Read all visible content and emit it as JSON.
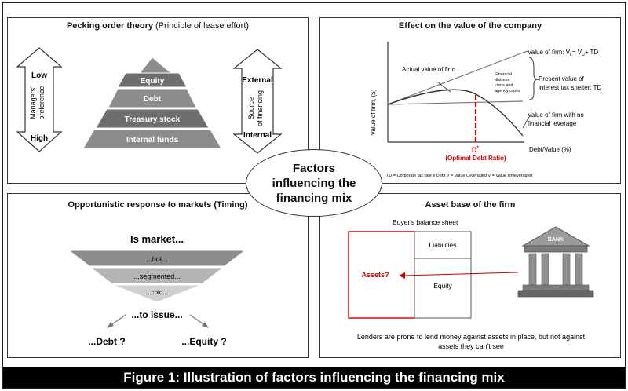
{
  "center": {
    "line1": "Factors",
    "line2": "influencing the",
    "line3": "financing mix"
  },
  "caption": "Figure 1: Illustration of factors influencing the financing mix",
  "pecking": {
    "title_bold": "Pecking order theory",
    "title_rest": " (Principle of lease effort)",
    "left_top": "Low",
    "left_bottom": "High",
    "left_label1": "Managers'",
    "left_label2": "preference",
    "right_top": "External",
    "right_bottom": "Internal",
    "right_label1": "Source",
    "right_label2": "of financing",
    "levels": [
      "Equity",
      "Debt",
      "Treasury stock",
      "Internal funds"
    ]
  },
  "value": {
    "title": "Effect on the value of the company",
    "ylabel": "Value of firm, ($)",
    "xlabel": "Debt/Value (%)",
    "actual": "Actual value of firm",
    "vl": "Value of firm: V",
    "vl_eq": "= V",
    "vl_tail": "+ TD",
    "pv1": "Present value of",
    "pv2": "interest tax shelter: TD",
    "distress1": "Financial",
    "distress2": "distress",
    "distress3": "costs and",
    "distress4": "agency costs",
    "nolev1": "Value of firm with no",
    "nolev2": "financial leverage",
    "dstar": "D",
    "dstar_sup": "*",
    "optimal": "(Optimal Debt Ratio)",
    "footnote": "TD = Corporate tax rate x Debt    V  = Value Leveraged    V  = Value Unleveraged"
  },
  "timing": {
    "title": "Opportunistic response  to markets (Timing)",
    "question": "Is market...",
    "levels": [
      "...hot...",
      "...segmented...",
      "...cold..."
    ],
    "issue": "...to issue...",
    "left": "...Debt ?",
    "right": "...Equity ?"
  },
  "asset": {
    "title": "Asset base of the firm",
    "sheet": "Buyer's balance sheet",
    "liabilities": "Liabilities",
    "equity": "Equity",
    "assets": "Assets?",
    "bank": "BANK",
    "note1": "Lenders are prone to lend money against assets in place, but not against",
    "note2": "assets they can't see"
  },
  "colors": {
    "accent_red": "#cc0000",
    "pyramid_dark": "#6e6e6e",
    "pyramid_mid": "#8c8c8c",
    "pyramid_light": "#b5b5b5"
  }
}
